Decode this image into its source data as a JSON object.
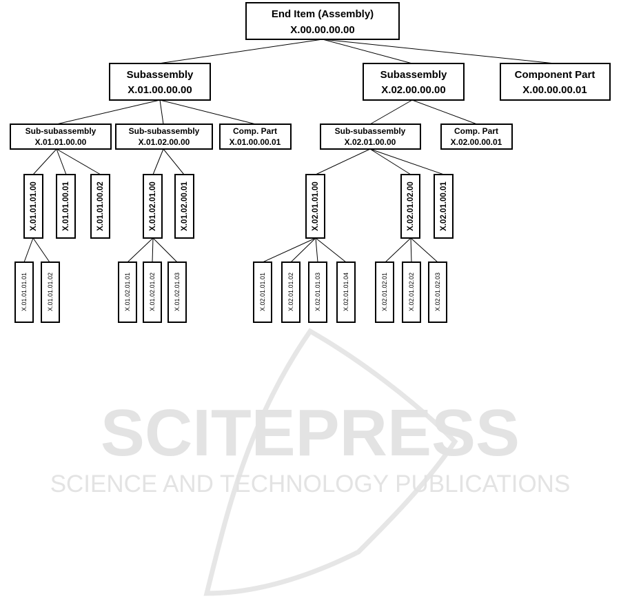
{
  "watermark": {
    "brand": "SCITEPRESS",
    "tagline": "SCIENCE AND TECHNOLOGY PUBLICATIONS"
  },
  "tree": {
    "root": {
      "title": "End Item (Assembly)",
      "code": "X.00.00.00.00"
    },
    "level1": [
      {
        "title": "Subassembly",
        "code": "X.01.00.00.00"
      },
      {
        "title": "Subassembly",
        "code": "X.02.00.00.00"
      },
      {
        "title": "Component Part",
        "code": "X.00.00.00.01"
      }
    ],
    "level2": [
      {
        "title": "Sub-subassembly",
        "code": "X.01.01.00.00"
      },
      {
        "title": "Sub-subassembly",
        "code": "X.01.02.00.00"
      },
      {
        "title": "Comp. Part",
        "code": "X.01.00.00.01"
      },
      {
        "title": "Sub-subassembly",
        "code": "X.02.01.00.00"
      },
      {
        "title": "Comp. Part",
        "code": "X.02.00.00.01"
      }
    ],
    "level3": [
      "X.01.01.01.00",
      "X.01.01.00.01",
      "X.01.01.00.02",
      "X.01.02.01.00",
      "X.01.02.00.01",
      "X.02.01.01.00",
      "X.02.01.02.00",
      "X.02.01.00.01"
    ],
    "level4": [
      "X.01.01.01.01",
      "X.01.01.01.02",
      "X.01.02.01.01",
      "X.01.02.01.02",
      "X.01.02.01.03",
      "X.02.01.01.01",
      "X.02.01.01.02",
      "X.02.01.01.03",
      "X.02.01.01.04",
      "X.02.01.02.01",
      "X.02.01.02.02",
      "X.02.01.02.03"
    ]
  }
}
